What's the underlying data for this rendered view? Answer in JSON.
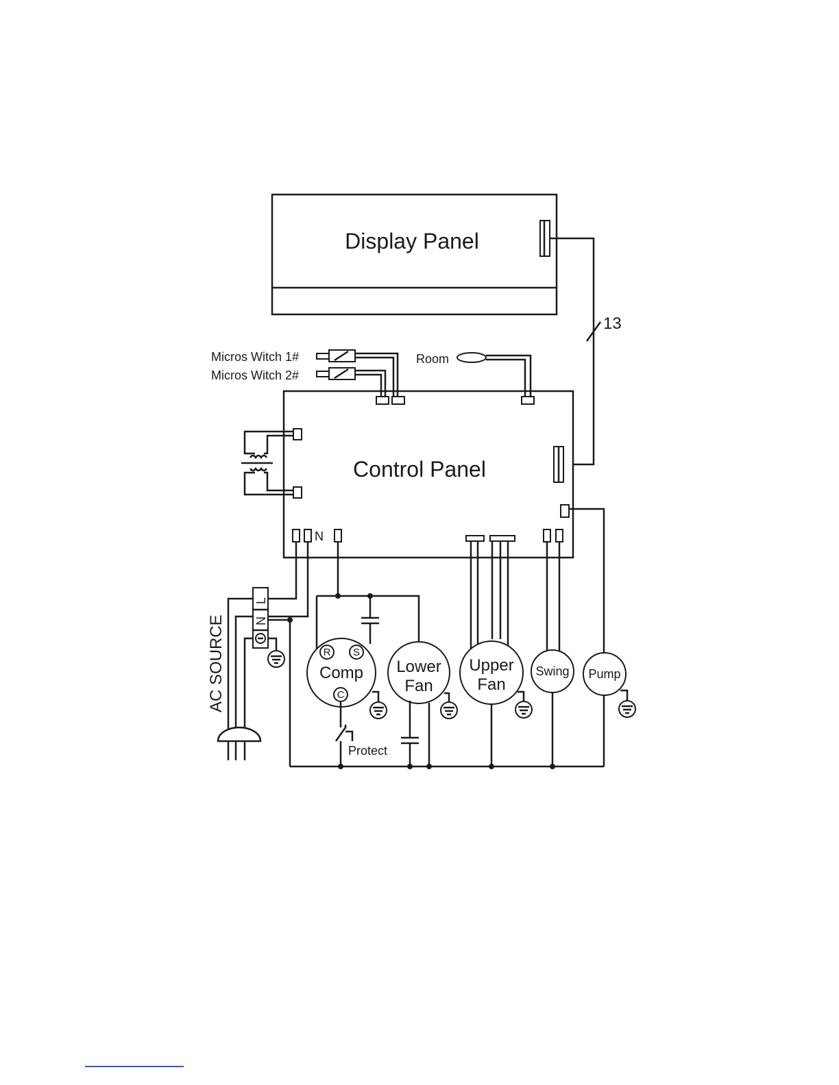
{
  "diagram": {
    "display_panel": "Display Panel",
    "control_panel": "Control Panel",
    "bus_count": "13",
    "micro_switch_1": "Micros Witch 1#",
    "micro_switch_2": "Micros Witch 2#",
    "room_sensor": "Room",
    "neutral_label": "N",
    "ac_source": "AC SOURCE",
    "terminal_l": "L",
    "terminal_n": "N",
    "comp": "Comp",
    "comp_r": "R",
    "comp_s": "S",
    "comp_c": "C",
    "protect": "Protect",
    "lower_fan_1": "Lower",
    "lower_fan_2": "Fan",
    "upper_fan_1": "Upper",
    "upper_fan_2": "Fan",
    "swing": "Swing",
    "pump": "Pump"
  }
}
